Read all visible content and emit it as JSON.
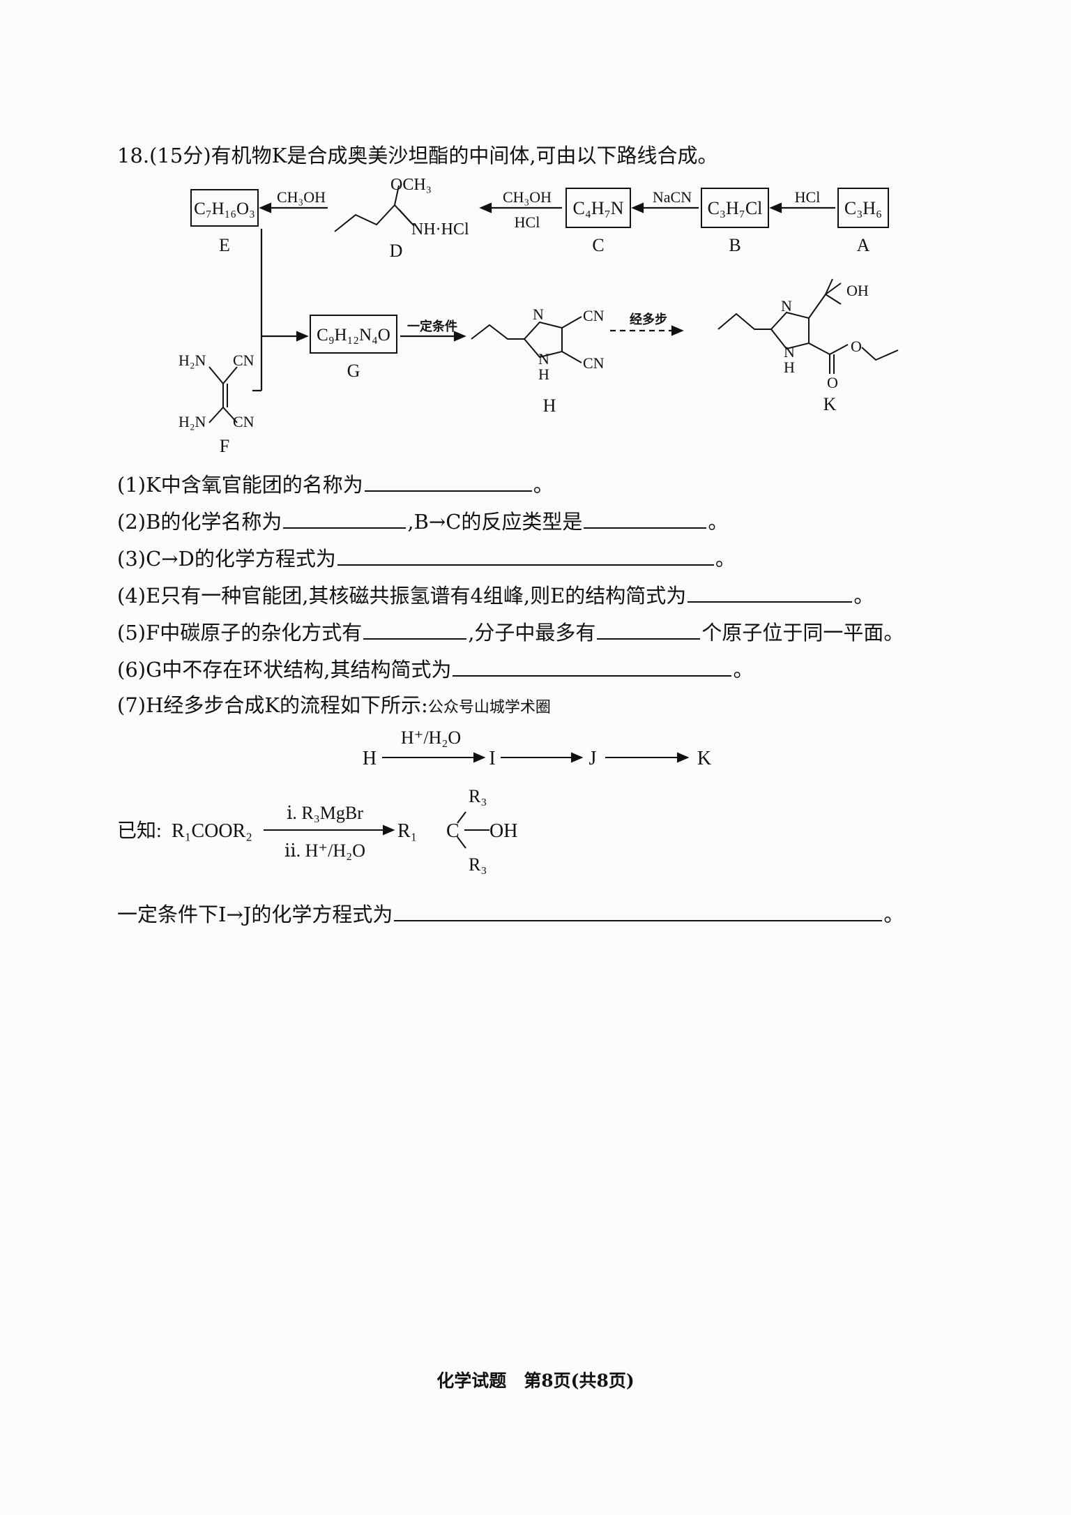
{
  "question": {
    "header": "18.(15分)有机物K是合成奥美沙坦酯的中间体,可由以下路线合成。"
  },
  "scheme": {
    "compounds": {
      "A": {
        "formula": "C₃H₆",
        "label": "A"
      },
      "B": {
        "formula": "C₃H₇Cl",
        "label": "B"
      },
      "C": {
        "formula": "C₄H₇N",
        "label": "C"
      },
      "D": {
        "label": "D",
        "och3": "OCH₃",
        "nh_hcl": "NH·HCl"
      },
      "E": {
        "formula": "C₇H₁₆O₃",
        "label": "E"
      },
      "F": {
        "label": "F",
        "h2n": "H₂N",
        "cn": "CN"
      },
      "G": {
        "formula": "C₉H₁₂N₄O",
        "label": "G"
      },
      "H": {
        "label": "H",
        "n": "N",
        "nh": "H",
        "cn": "CN"
      },
      "K": {
        "label": "K",
        "oh": "OH",
        "o": "O",
        "n": "N",
        "nh": "H"
      }
    },
    "reagents": {
      "a_to_b": "HCl",
      "b_to_c": "NaCN",
      "c_to_d_top": "CH₃OH",
      "c_to_d_bottom": "HCl",
      "d_to_e": "CH₃OH",
      "g_to_h": "一定条件",
      "h_to_k": "经多步"
    }
  },
  "parts": {
    "p1": {
      "text": "(1)K中含氧官能团的名称为",
      "end": "。"
    },
    "p2": {
      "text": "(2)B的化学名称为",
      "mid": ",B→C的反应类型是",
      "end": "。"
    },
    "p3": {
      "text": "(3)C→D的化学方程式为",
      "end": "。"
    },
    "p4": {
      "text": "(4)E只有一种官能团,其核磁共振氢谱有4组峰,则E的结构简式为",
      "end": "。"
    },
    "p5": {
      "text": "(5)F中碳原子的杂化方式有",
      "mid": ",分子中最多有",
      "end": "个原子位于同一平面。"
    },
    "p6": {
      "text": "(6)G中不存在环状结构,其结构简式为",
      "end": "。"
    },
    "p7": {
      "text": "(7)H经多步合成K的流程如下所示:",
      "watermark": "公众号山城学术圈"
    }
  },
  "flow": {
    "h": "H",
    "i": "I",
    "j": "J",
    "k": "K",
    "reagent": "H⁺/H₂O"
  },
  "known": {
    "prefix": "已知:",
    "reactant": "R₁COOR₂",
    "step1": "ⅰ. R₃MgBr",
    "step2": "ⅱ. H⁺/H₂O",
    "product_r1": "R₁",
    "product_c": "C",
    "product_oh": "OH",
    "r3_top": "R₃",
    "r3_bottom": "R₃"
  },
  "final_part": {
    "text": "一定条件下I→J的化学方程式为",
    "end": "。"
  },
  "footer": {
    "text": "化学试题　第8页(共8页)"
  }
}
